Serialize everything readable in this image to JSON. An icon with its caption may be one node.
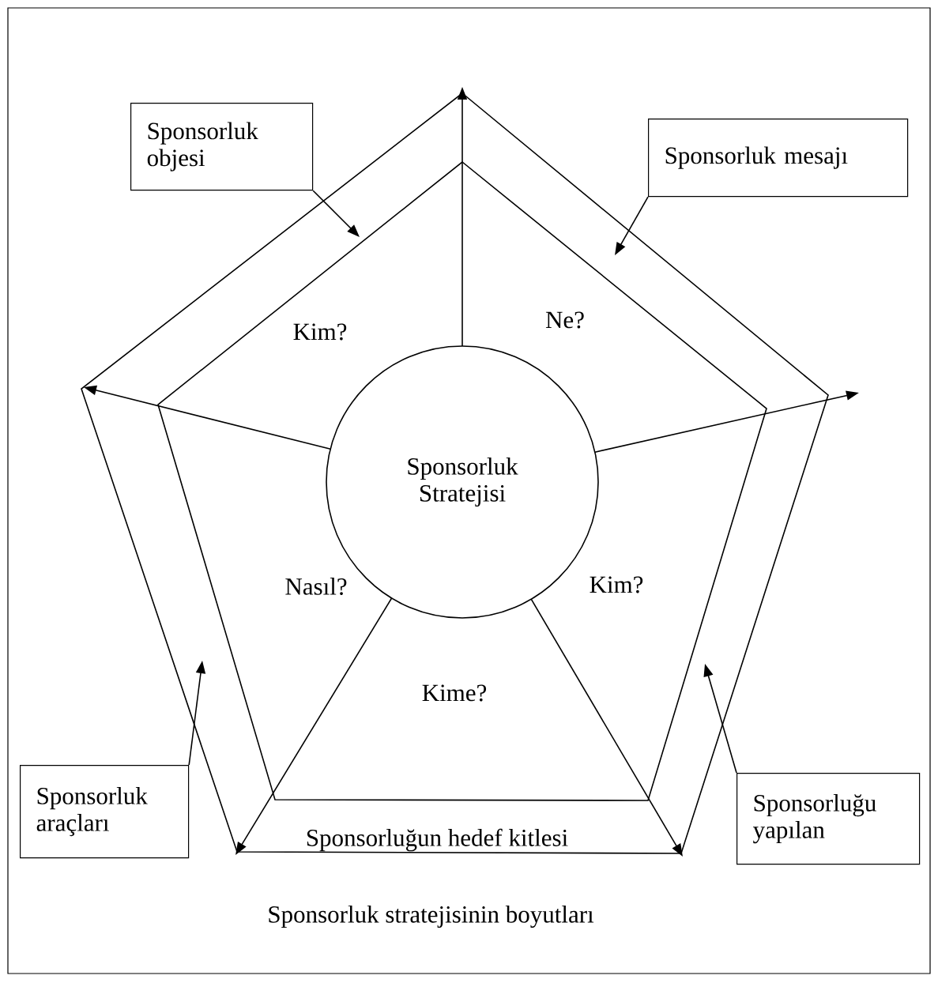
{
  "diagram": {
    "caption": "Sponsorluk stratejisinin boyutları",
    "nodes": [
      {
        "text": [
          "Sponsorluk objesi"
        ]
      },
      {
        "text": [
          "Sponsorluk mesajı"
        ]
      },
      {
        "text": [
          "Sponsorluk Stratejisi"
        ]
      },
      {
        "text": [
          "Sponsorluk araçları"
        ]
      },
      {
        "text": [
          "Sponsorluğu yapılan"
        ]
      }
    ],
    "edges": [
      {
        "from": 0,
        "to": null,
        "arrow": "to"
      },
      {
        "from": 1,
        "to": null,
        "arrow": "to"
      },
      {
        "from": 3,
        "to": null,
        "arrow": "to"
      },
      {
        "from": 4,
        "to": null,
        "arrow": "to"
      }
    ],
    "labels": [
      "Kim?",
      "Ne?",
      "Nasıl?",
      "Kim?",
      "Kime?",
      "Sponsorluğun hedef kitlesi"
    ]
  }
}
